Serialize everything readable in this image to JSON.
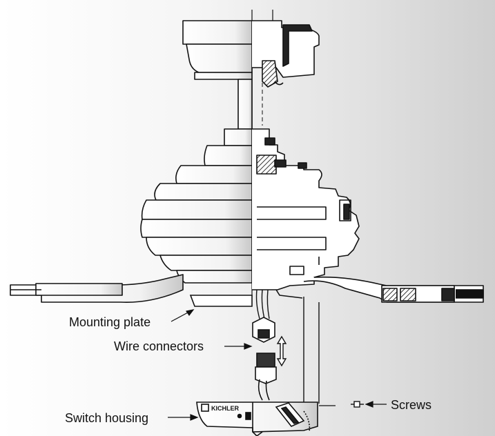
{
  "labels": {
    "mounting_plate": "Mounting plate",
    "wire_connectors": "Wire connectors",
    "screws": "Screws",
    "switch_housing": "Switch housing"
  },
  "logo_text": "KICHLER",
  "colors": {
    "background_left": "#ffffff",
    "background_right": "#cfcfcf",
    "line": "#111111",
    "part_fill": "#ffffff",
    "part_shade": "#dcdcdc",
    "section_hatch": "#555555"
  }
}
